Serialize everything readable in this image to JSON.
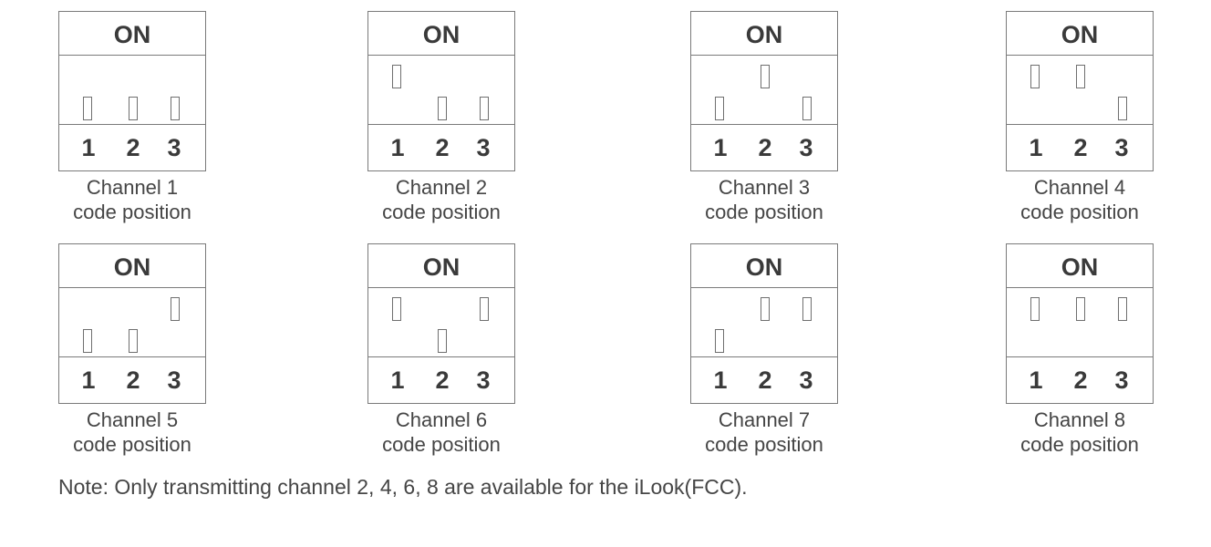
{
  "channels": [
    {
      "on_label": "ON",
      "switch_numbers": [
        "1",
        "2",
        "3"
      ],
      "caption_line1": "Channel 1",
      "caption_line2": "code position",
      "switch_up": [
        false,
        false,
        false
      ]
    },
    {
      "on_label": "ON",
      "switch_numbers": [
        "1",
        "2",
        "3"
      ],
      "caption_line1": "Channel 2",
      "caption_line2": "code position",
      "switch_up": [
        true,
        false,
        false
      ]
    },
    {
      "on_label": "ON",
      "switch_numbers": [
        "1",
        "2",
        "3"
      ],
      "caption_line1": "Channel 3",
      "caption_line2": "code position",
      "switch_up": [
        false,
        true,
        false
      ]
    },
    {
      "on_label": "ON",
      "switch_numbers": [
        "1",
        "2",
        "3"
      ],
      "caption_line1": "Channel 4",
      "caption_line2": "code position",
      "switch_up": [
        true,
        true,
        false
      ]
    },
    {
      "on_label": "ON",
      "switch_numbers": [
        "1",
        "2",
        "3"
      ],
      "caption_line1": "Channel 5",
      "caption_line2": "code position",
      "switch_up": [
        false,
        false,
        true
      ]
    },
    {
      "on_label": "ON",
      "switch_numbers": [
        "1",
        "2",
        "3"
      ],
      "caption_line1": "Channel 6",
      "caption_line2": "code position",
      "switch_up": [
        true,
        false,
        true
      ]
    },
    {
      "on_label": "ON",
      "switch_numbers": [
        "1",
        "2",
        "3"
      ],
      "caption_line1": "Channel 7",
      "caption_line2": "code position",
      "switch_up": [
        false,
        true,
        true
      ]
    },
    {
      "on_label": "ON",
      "switch_numbers": [
        "1",
        "2",
        "3"
      ],
      "caption_line1": "Channel 8",
      "caption_line2": "code position",
      "switch_up": [
        true,
        true,
        true
      ]
    }
  ],
  "note": "Note: Only transmitting channel 2, 4, 6, 8 are available for the iLook(FCC)."
}
